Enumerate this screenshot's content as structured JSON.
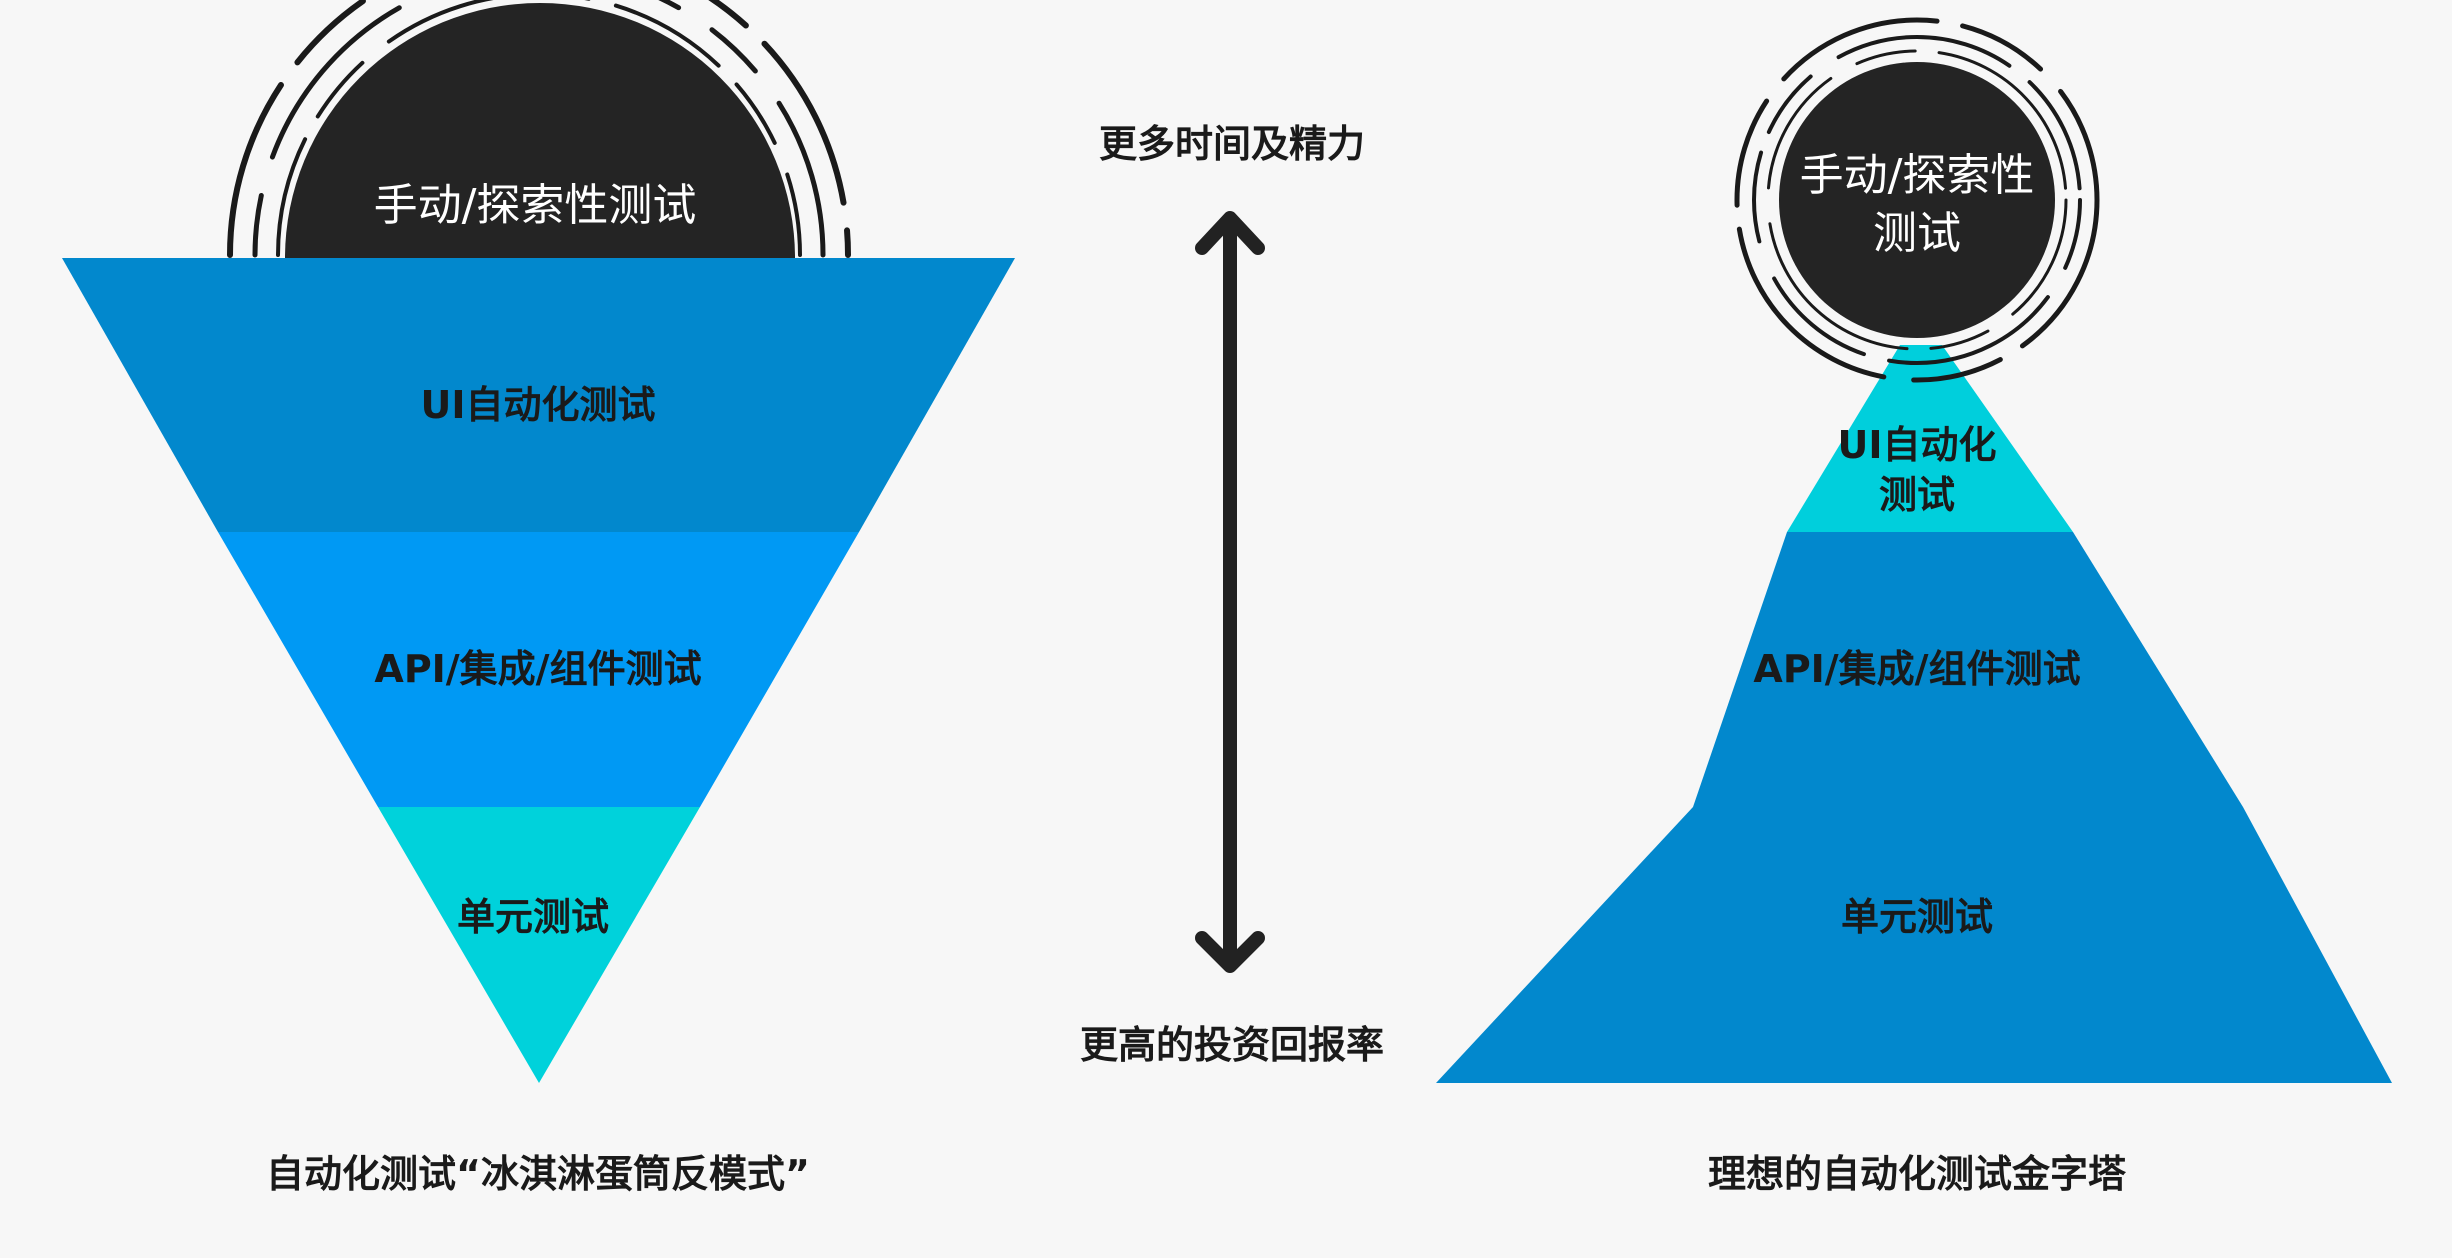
{
  "left_diagram": {
    "caption": "自动化测试“冰淇淋蛋筒反模式”",
    "top_circle_label": "手动/探索性测试",
    "layers": [
      {
        "label": "UI自动化测试",
        "color": "#0288cd"
      },
      {
        "label": "API/集成/组件测试",
        "color": "#0099f4"
      },
      {
        "label": "单元测试",
        "color": "#00d2db"
      }
    ]
  },
  "middle": {
    "top_label": "更多时间及精力",
    "bottom_label": "更高的投资回报率",
    "arrow_color": "#222222",
    "arrow_direction": "bidirectional-vertical"
  },
  "right_diagram": {
    "caption": "理想的自动化测试金字塔",
    "top_circle_label_line1": "手动/探索性",
    "top_circle_label_line2": "测试",
    "layers": [
      {
        "label_line1": "UI自动化",
        "label_line2": "测试",
        "color": "#00cfdc"
      },
      {
        "label": "API/集成/组件测试",
        "color": "#0288cd"
      },
      {
        "label": "单元测试",
        "color": "#0288cd"
      }
    ]
  },
  "colors": {
    "background": "#f7f7f7",
    "circle_fill": "#242424",
    "ring_stroke": "#1a1a1a"
  }
}
